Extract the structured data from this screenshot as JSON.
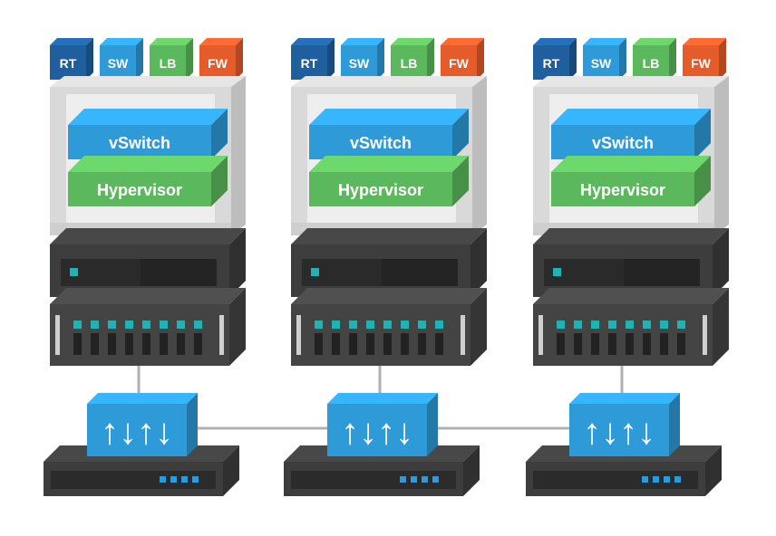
{
  "diagram": {
    "stacks": [
      {
        "tiles": [
          {
            "label": "RT",
            "color": "#1f5f9e"
          },
          {
            "label": "SW",
            "color": "#2e9ad8"
          },
          {
            "label": "LB",
            "color": "#5cb85c"
          },
          {
            "label": "FW",
            "color": "#e55b2a"
          }
        ],
        "vswitch_label": "vSwitch",
        "hypervisor_label": "Hypervisor"
      },
      {
        "tiles": [
          {
            "label": "RT",
            "color": "#1f5f9e"
          },
          {
            "label": "SW",
            "color": "#2e9ad8"
          },
          {
            "label": "LB",
            "color": "#5cb85c"
          },
          {
            "label": "FW",
            "color": "#e55b2a"
          }
        ],
        "vswitch_label": "vSwitch",
        "hypervisor_label": "Hypervisor"
      },
      {
        "tiles": [
          {
            "label": "RT",
            "color": "#1f5f9e"
          },
          {
            "label": "SW",
            "color": "#2e9ad8"
          },
          {
            "label": "LB",
            "color": "#5cb85c"
          },
          {
            "label": "FW",
            "color": "#e55b2a"
          }
        ],
        "vswitch_label": "vSwitch",
        "hypervisor_label": "Hypervisor"
      }
    ],
    "switch_icon_glyphs": "↑↓↑↓",
    "colors": {
      "vswitch": "#2e9ad8",
      "hypervisor": "#5cb85c",
      "frame": "#d9d9d9",
      "server": "#3d3d3d",
      "led": "#1fb3b3",
      "switch": "#2e9ad8",
      "connector": "#b0b0b0"
    }
  }
}
